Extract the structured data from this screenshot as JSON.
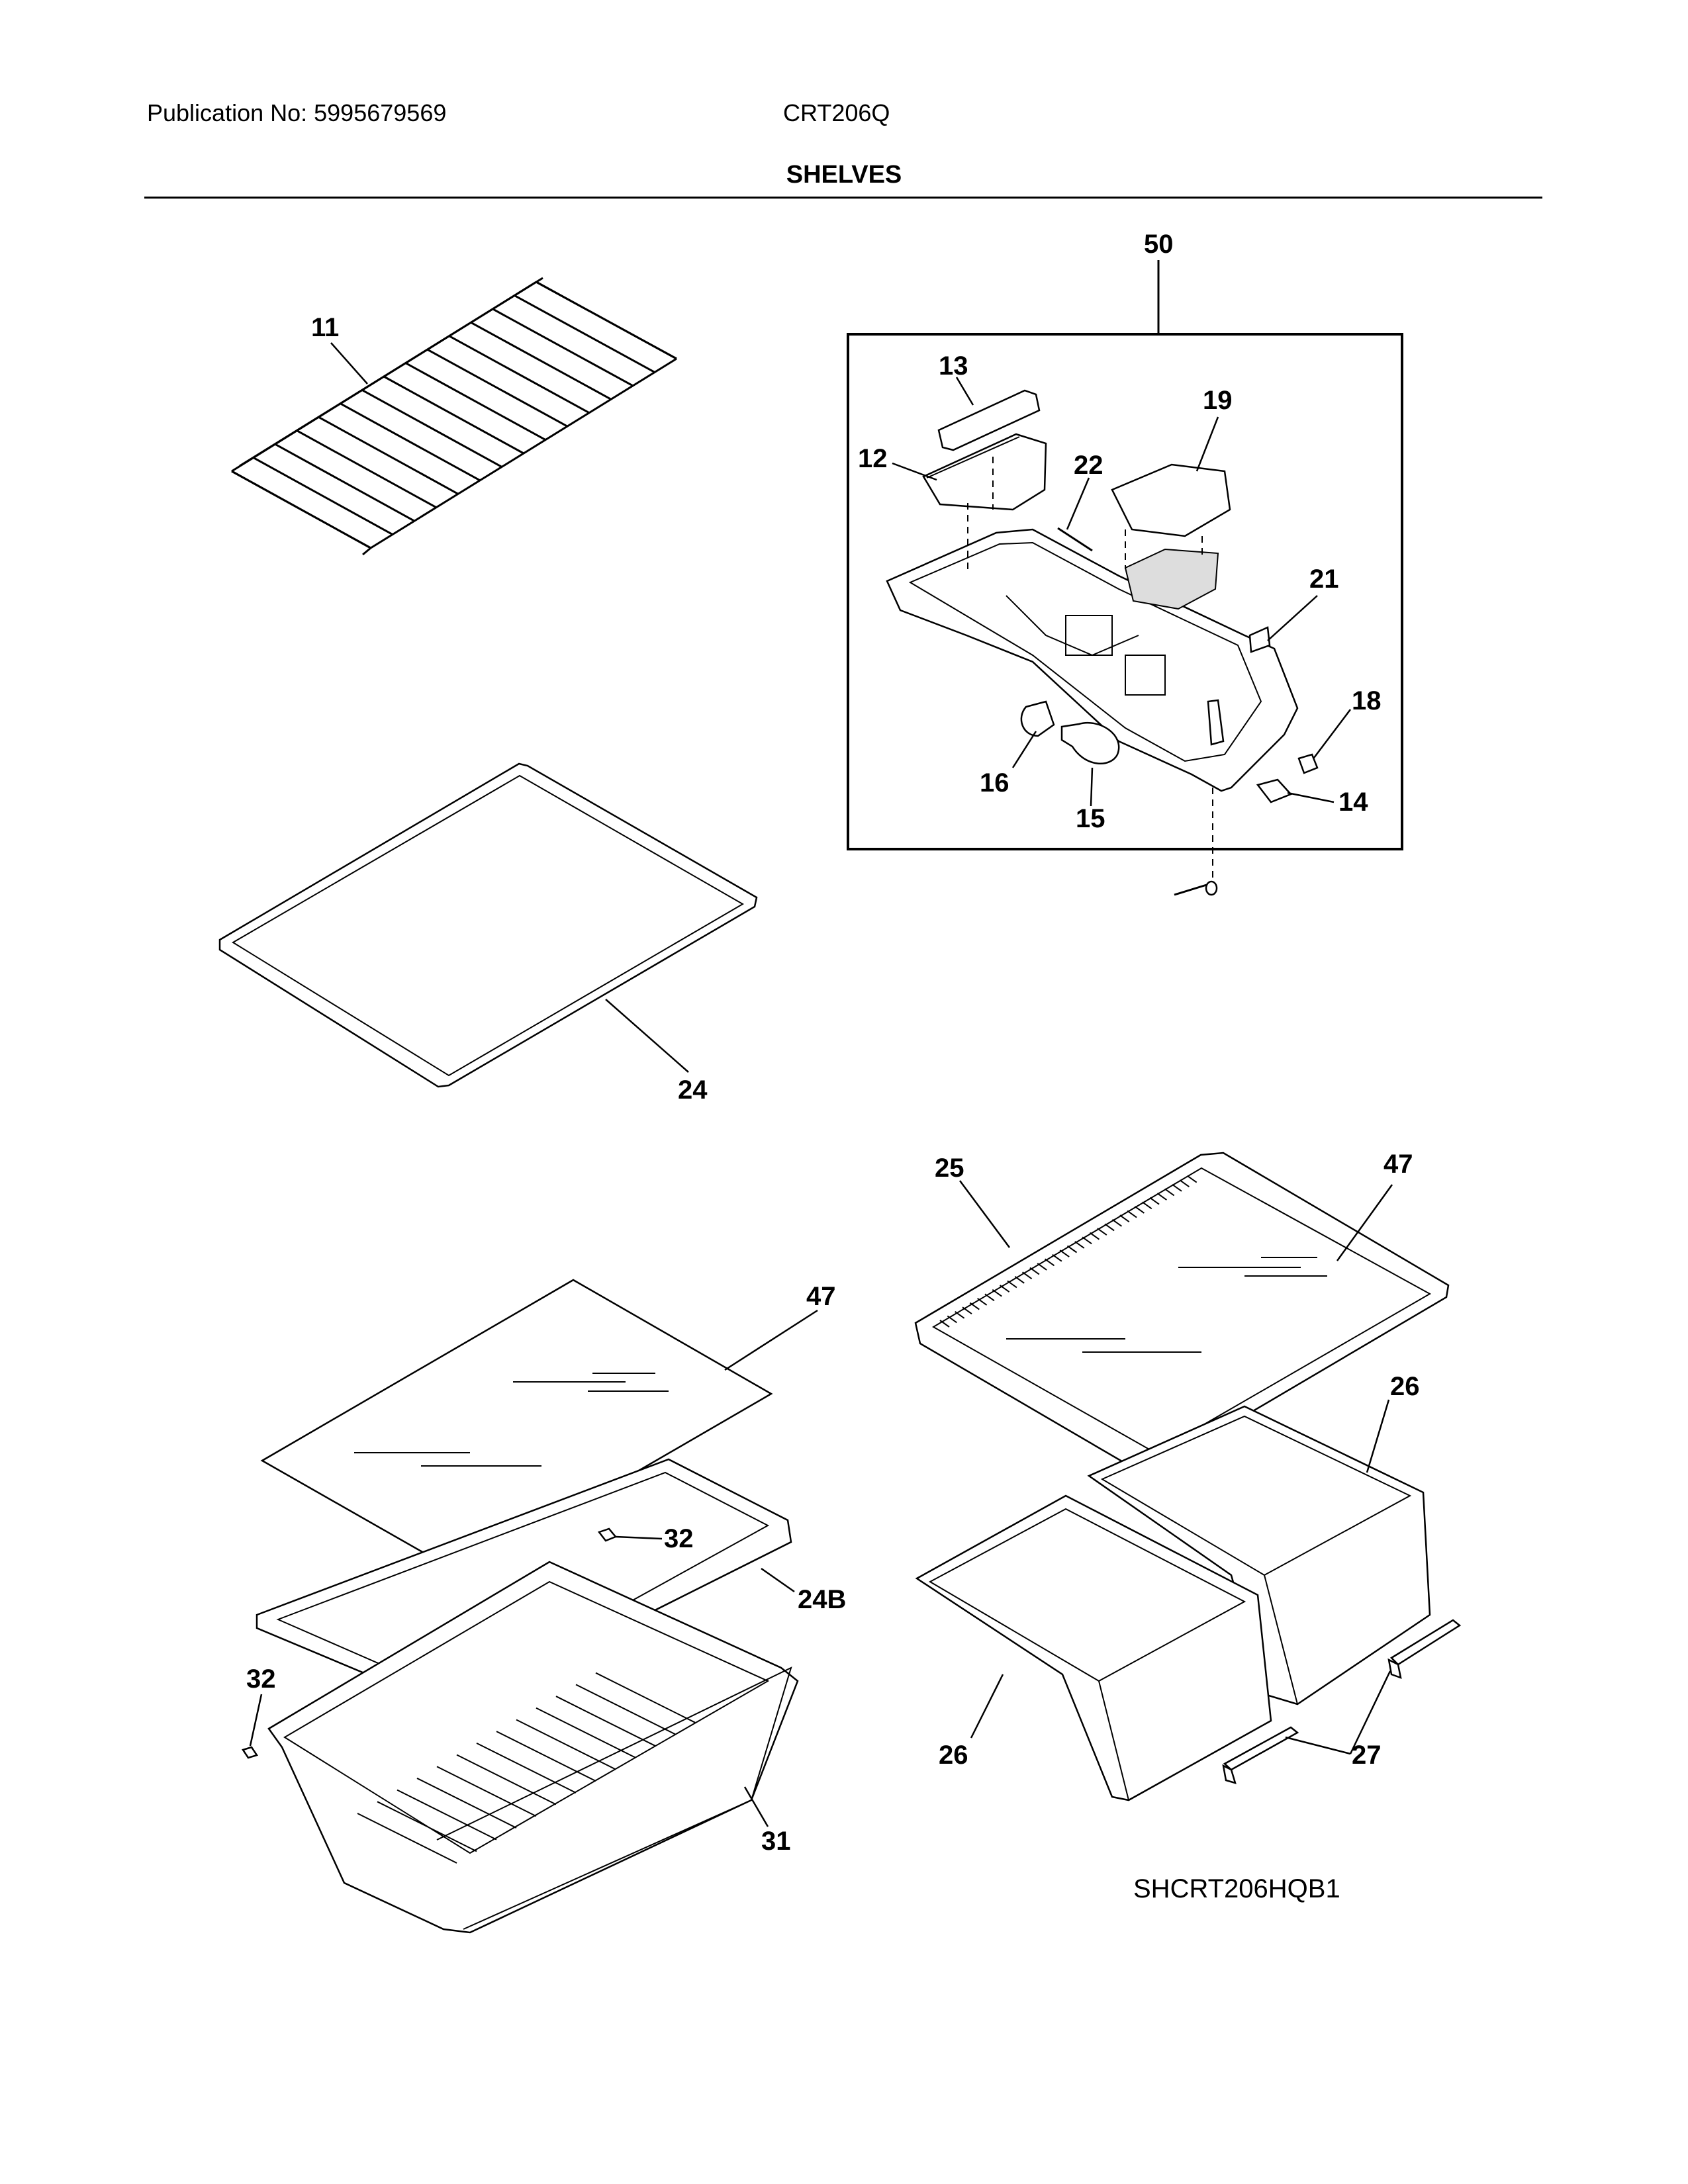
{
  "header": {
    "publication": "Publication No: 5995679569",
    "model": "CRT206Q",
    "title": "SHELVES"
  },
  "diagram_code": "SHCRT206HQB1",
  "callouts": {
    "p11": "11",
    "p50": "50",
    "p13": "13",
    "p19": "19",
    "p12": "12",
    "p22": "22",
    "p21": "21",
    "p18": "18",
    "p16": "16",
    "p15": "15",
    "p14": "14",
    "p24": "24",
    "p25": "25",
    "p47a": "47",
    "p47b": "47",
    "p26a": "26",
    "p26b": "26",
    "p32a": "32",
    "p32b": "32",
    "p24b": "24B",
    "p27": "27",
    "p31": "31"
  }
}
